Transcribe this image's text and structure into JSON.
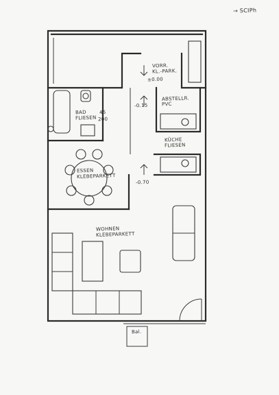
{
  "page": {
    "corner_note": "→ SCIPh"
  },
  "rooms": {
    "vorraum": {
      "line1": "VORR.",
      "line2": "KL.-PARK.",
      "level": "±0.00"
    },
    "abstell": {
      "line1": "ABSTELLR.",
      "line2": "PVC"
    },
    "bad": {
      "line1": "BAD",
      "line2": "FLIESEN",
      "dim1": "45",
      "dim2": "200"
    },
    "kueche": {
      "line1": "KÜCHE",
      "line2": "FLIESEN"
    },
    "essen": {
      "line1": "ESSEN",
      "line2": "KLEBEPARKETT"
    },
    "wohnen": {
      "line1": "WOHNEN",
      "line2": "KLEBEPARKETT"
    }
  },
  "levels": {
    "lvl_bad": "-0.15",
    "lvl_essen": "-0.70"
  },
  "balcony_note": "Bal.",
  "colors": {
    "ink": "#2a2a2a",
    "paper": "#f7f7f5"
  }
}
